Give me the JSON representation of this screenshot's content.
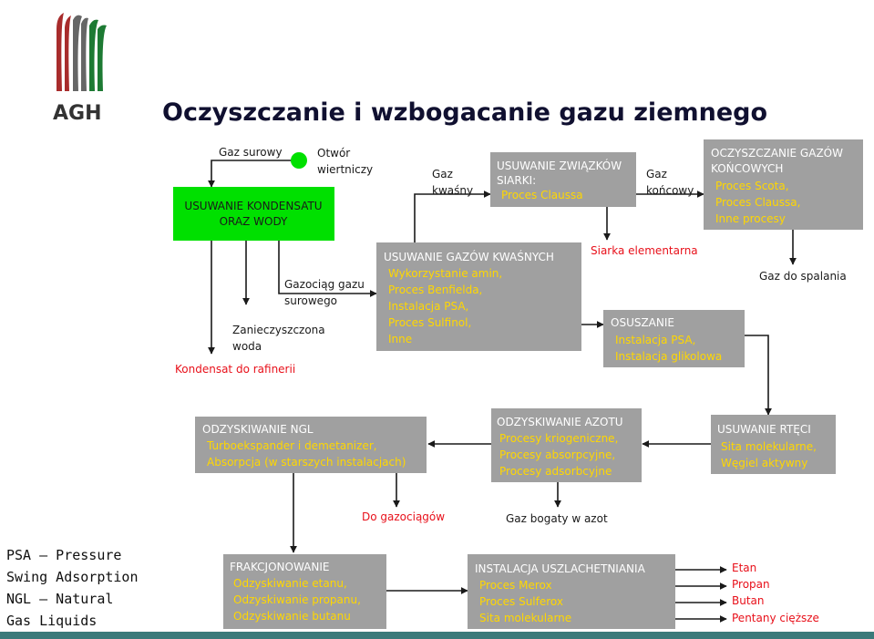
{
  "logo": {
    "text": "AGH"
  },
  "title": "Oczyszczanie i wzbogacanie gazu ziemnego",
  "labels": {
    "gaz_surowy": "Gaz surowy",
    "otwor_1": "Otwór",
    "otwor_2": "wiertniczy",
    "gaz_kwasny_1": "Gaz",
    "gaz_kwasny_2": "kwaśny",
    "gaz_koncowy_1": "Gaz",
    "gaz_koncowy_2": "końcowy",
    "gazociag_1": "Gazociąg gazu",
    "gazociag_2": "surowego",
    "zaniecz_1": "Zanieczyszczona",
    "zaniecz_2": "woda",
    "kondensat": "Kondensat do rafinerii",
    "siarka": "Siarka elementarna",
    "gaz_spalania": "Gaz do spalania",
    "do_gazociagow": "Do gazociągów",
    "gaz_bogaty": "Gaz bogaty w azot"
  },
  "boxes": {
    "kondensat": {
      "title_1": "USUWANIE KONDENSATU",
      "title_2": "ORAZ WODY"
    },
    "siarki": {
      "title_1": "USUWANIE ZWIĄZKÓW",
      "title_2": "SIARKI:",
      "items": [
        "Proces Claussa"
      ]
    },
    "koncowe": {
      "title_1": "OCZYSZCZANIE GAZÓW",
      "title_2": "KOŃCOWYCH",
      "items": [
        "Proces Scota,",
        "Proces Claussa,",
        "Inne procesy"
      ]
    },
    "kwasne": {
      "title_1": "USUWANIE GAZÓW KWAŚNYCH",
      "items": [
        "Wykorzystanie amin,",
        "Proces Benfielda,",
        "Instalacja PSA,",
        "Proces Sulfinol,",
        "Inne"
      ]
    },
    "osuszanie": {
      "title_1": "OSUSZANIE",
      "items": [
        "Instalacja PSA,",
        "Instalacja glikolowa"
      ]
    },
    "ngl": {
      "title_1": "ODZYSKIWANIE NGL",
      "items": [
        "Turboekspander i demetanizer,",
        "Absorpcja (w starszych instalacjach)"
      ]
    },
    "azot": {
      "title_1": "ODZYSKIWANIE AZOTU",
      "items": [
        "Procesy kriogeniczne,",
        "Procesy absorpcyjne,",
        "Procesy adsorbcyjne"
      ]
    },
    "rteci": {
      "title_1": "USUWANIE RTĘCI",
      "items": [
        "Sita molekularne,",
        "Węgiel aktywny"
      ]
    },
    "frakcjonowanie": {
      "title_1": "FRAKCJONOWANIE",
      "items": [
        "Odzyskiwanie etanu,",
        "Odzyskiwanie propanu,",
        "Odzyskiwanie butanu"
      ]
    },
    "uszlach": {
      "title_1": "INSTALACJA USZLACHETNIANIA",
      "items": [
        "Proces Merox",
        "Proces Sulferox",
        "Sita molekularne"
      ]
    }
  },
  "products": [
    "Etan",
    "Propan",
    "Butan",
    "Pentany cięższe"
  ],
  "legend": [
    "PSA – Pressure",
    "Swing Adsorption",
    "NGL – Natural",
    "Gas Liquids"
  ],
  "colors": {
    "box_gray": "#a0a0a0",
    "box_green": "#00e000",
    "item_yellow": "#ffd700",
    "label_red": "#e8101a",
    "logo_red": "#a82c2c",
    "logo_green": "#1d7a33",
    "logo_gray": "#666666"
  }
}
